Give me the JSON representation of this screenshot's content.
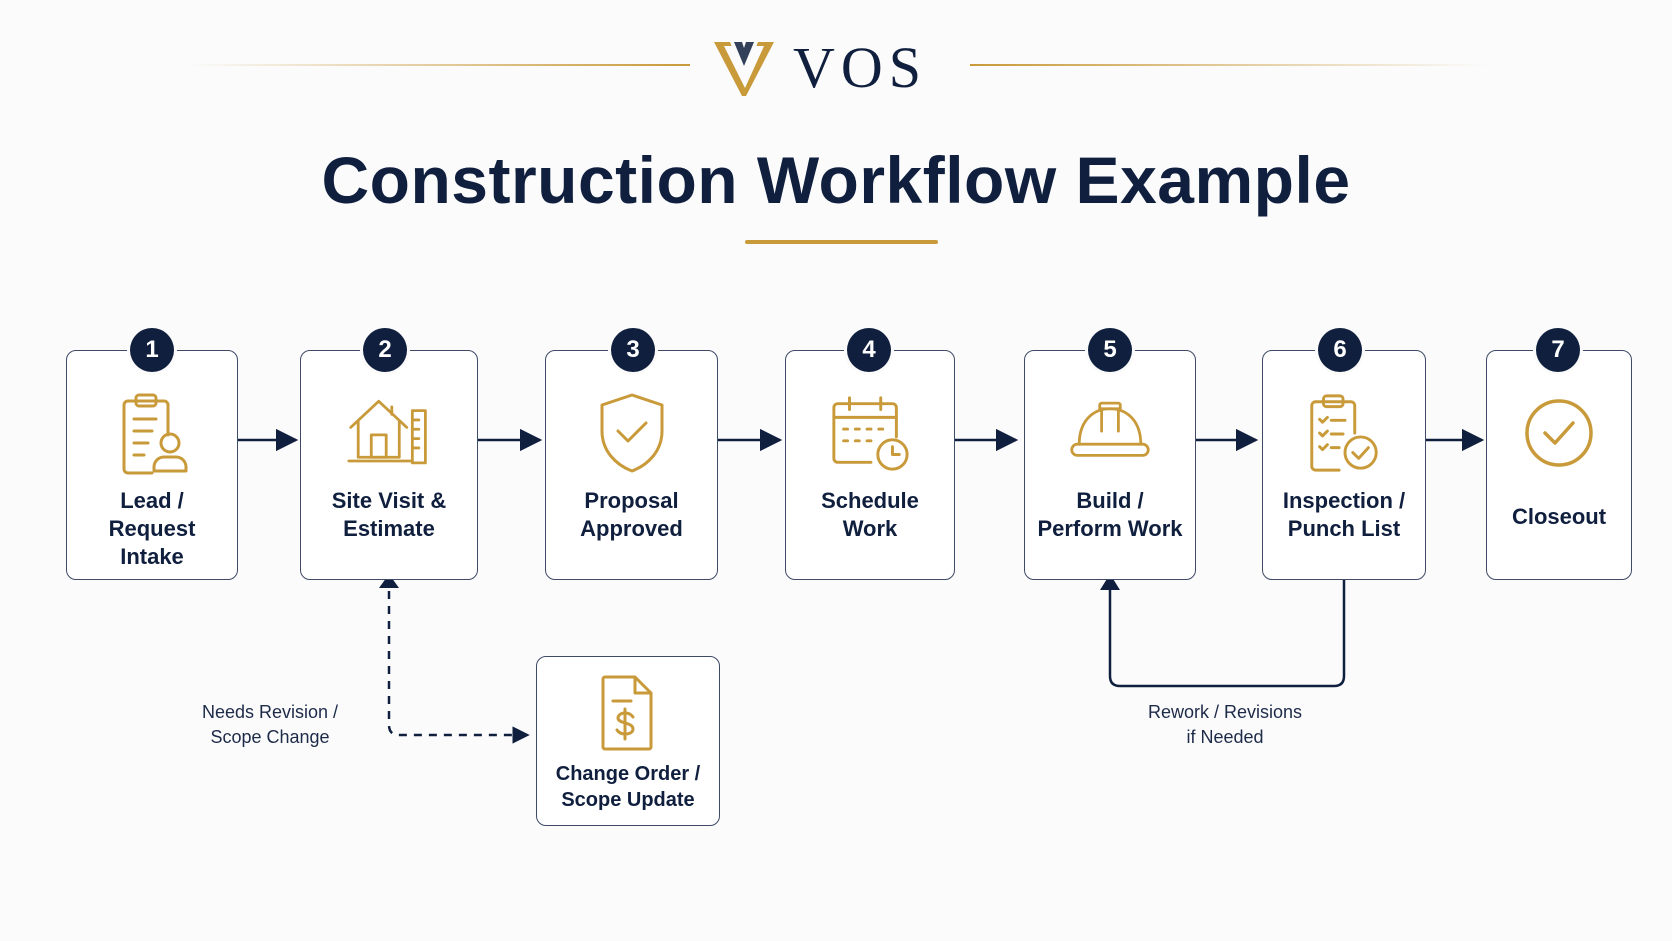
{
  "brand": {
    "name": "VOS"
  },
  "title": "Construction Workflow Example",
  "steps": [
    {
      "number": "1",
      "label": "Lead /\nRequest\nIntake",
      "icon": "clipboard-user-icon"
    },
    {
      "number": "2",
      "label": "Site Visit &\nEstimate",
      "icon": "house-ruler-icon"
    },
    {
      "number": "3",
      "label": "Proposal\nApproved",
      "icon": "shield-check-icon"
    },
    {
      "number": "4",
      "label": "Schedule\nWork",
      "icon": "calendar-clock-icon"
    },
    {
      "number": "5",
      "label": "Build /\nPerform Work",
      "icon": "hard-hat-icon"
    },
    {
      "number": "6",
      "label": "Inspection /\nPunch List",
      "icon": "clipboard-check-icon"
    },
    {
      "number": "7",
      "label": "Closeout",
      "icon": "check-circle-icon"
    }
  ],
  "change_order": {
    "label": "Change Order /\nScope Update",
    "icon": "document-dollar-icon"
  },
  "notes": {
    "revision": "Needs Revision /\nScope Change",
    "rework": "Rework / Revisions\nif Needed"
  },
  "colors": {
    "navy": "#0f1f3d",
    "gold": "#c99a3a",
    "border": "#3e4a66"
  }
}
